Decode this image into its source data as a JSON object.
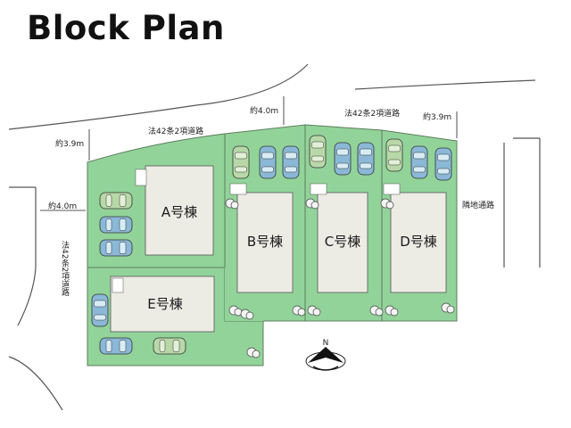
{
  "title": "Block Plan",
  "colors": {
    "lot": "#92d39a",
    "lot_edge": "#5c7d5c",
    "building": "#ecebe4",
    "road_line": "#555555",
    "car_blue": "#8ab8d6",
    "car_green": "#b8d8a8"
  },
  "buildings": [
    {
      "id": "A",
      "label": "A号棟"
    },
    {
      "id": "B",
      "label": "B号棟"
    },
    {
      "id": "C",
      "label": "C号棟"
    },
    {
      "id": "D",
      "label": "D号棟"
    },
    {
      "id": "E",
      "label": "E号棟"
    }
  ],
  "roads": {
    "top_left_label": "法42条2項道路",
    "top_right_label": "法42条2項道路",
    "left_label": "法42条2項道路",
    "right_label": "隣地通路"
  },
  "dimensions": {
    "top_left": "約3.9m",
    "top_mid": "約4.0m",
    "top_right": "約3.9m",
    "left": "約4.0m"
  },
  "compass": {
    "letter": "N"
  }
}
